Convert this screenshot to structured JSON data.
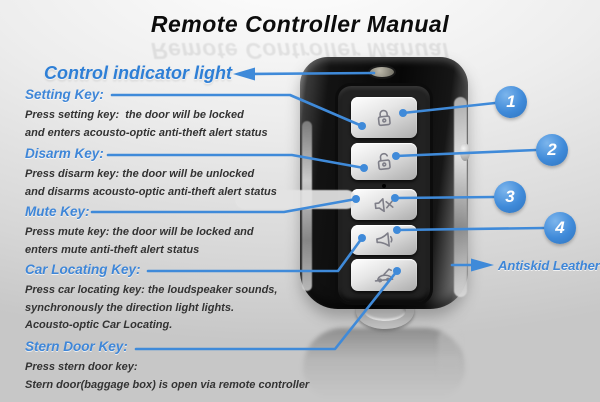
{
  "title": "Remote Controller Manual",
  "labels": {
    "control_indicator": "Control indicator light",
    "antiskid": "Antiskid Leather"
  },
  "sections": [
    {
      "heading": "Setting Key:",
      "lines": [
        "Press setting key:  the door will be locked",
        "and enters acousto-optic anti-theft alert status"
      ]
    },
    {
      "heading": "Disarm Key:",
      "lines": [
        "Press disarm key: the door will be unlocked",
        "and disarms acousto-optic anti-theft alert status"
      ]
    },
    {
      "heading": "Mute Key:",
      "lines": [
        "Press mute key: the door will be locked and",
        "enters mute anti-theft alert status"
      ]
    },
    {
      "heading": "Car Locating Key:",
      "lines": [
        "Press car locating key: the loudspeaker sounds,",
        "synchronously the direction light lights.",
        "Acousto-optic Car Locating."
      ]
    },
    {
      "heading": "Stern Door Key:",
      "lines": [
        "Press stern door key:",
        "Stern door(baggage box) is open via remote controller"
      ]
    }
  ],
  "callouts": [
    {
      "label": "1"
    },
    {
      "label": "2"
    },
    {
      "label": "3"
    },
    {
      "label": "4"
    }
  ],
  "remote": {
    "indicator": "control-indicator-light",
    "buttons": [
      {
        "name": "setting-button",
        "icon": "lock-icon"
      },
      {
        "name": "disarm-button",
        "icon": "unlock-icon"
      },
      {
        "name": "mute-button",
        "icon": "mute-speaker-icon"
      },
      {
        "name": "car-locating-button",
        "icon": "horn-icon"
      },
      {
        "name": "stern-door-button",
        "icon": "trunk-open-icon"
      }
    ]
  },
  "colors": {
    "accent_blue": "#3f8ad9",
    "heading_blue": "#3e86d8",
    "body_text": "#333333"
  }
}
